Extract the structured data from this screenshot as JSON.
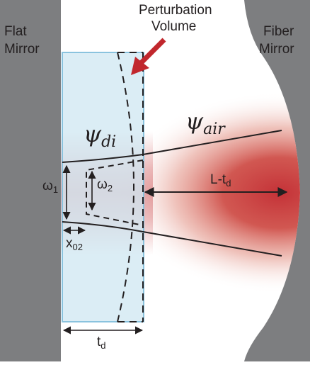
{
  "labels": {
    "flat_mirror": [
      "Flat",
      "Mirror"
    ],
    "fiber_mirror": [
      "Fiber",
      "Mirror"
    ],
    "perturbation_volume": [
      "Perturbation",
      "Volume"
    ],
    "psi": "ψ",
    "psi_di_sub": "di",
    "psi_air_sub": "air",
    "omega": "ω",
    "omega1_sub": "1",
    "omega2_sub": "2",
    "x02_main": "x",
    "x02_sub": "02",
    "l_td_main": "L-t",
    "l_td_sub": "d",
    "td_main": "t",
    "td_sub": "d"
  },
  "colors": {
    "mirror": "#7d7e80",
    "dielectric_fill": "#d9edf5",
    "dielectric_border": "#8ac3de",
    "beam": "#c1272d",
    "arrow": "#c1272d",
    "ink": "#231f20"
  }
}
